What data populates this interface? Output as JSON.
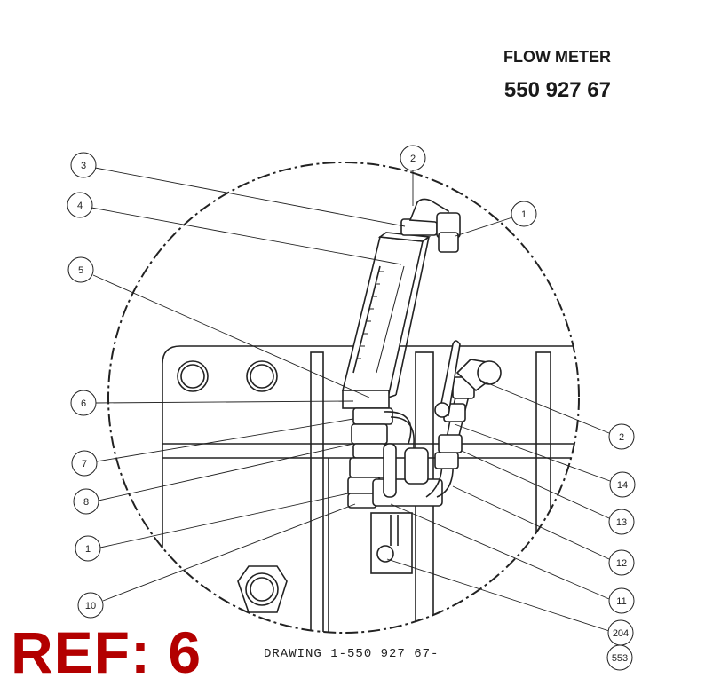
{
  "header": {
    "title": "FLOW METER",
    "part_number": "550 927 67"
  },
  "drawing_number": "DRAWING 1-550 927 67-",
  "ref_label": "REF: 6",
  "callouts": [
    "3",
    "2",
    "4",
    "1",
    "5",
    "6",
    "2",
    "7",
    "14",
    "8",
    "13",
    "1",
    "12",
    "10",
    "11",
    "204",
    "553"
  ],
  "colors": {
    "ref": "#b30000",
    "line": "#222222"
  }
}
